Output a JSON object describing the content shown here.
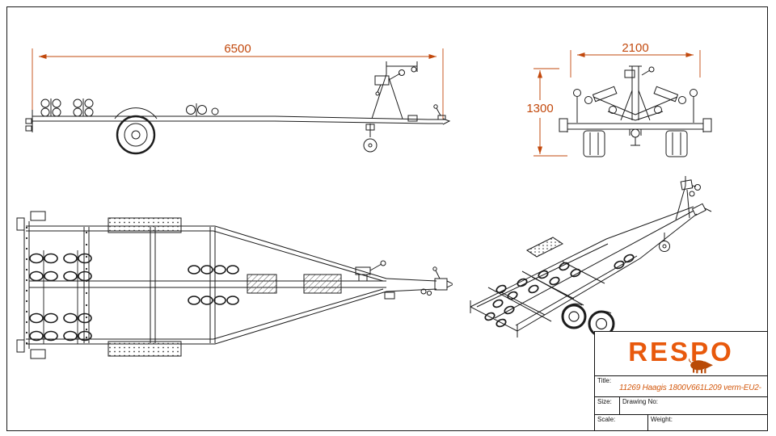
{
  "dimensions": {
    "overall_length_mm": "6500",
    "overall_width_mm": "2100",
    "overall_height_mm": "1300"
  },
  "title_block": {
    "logo_text": "RESPO",
    "title_label": "Title:",
    "title_value": "11269 Haagis 1800V661L209 verm-EU2-",
    "size_label": "Size:",
    "drawing_no_label": "Drawing No:",
    "scale_label": "Scale:",
    "weight_label": "Weight:"
  },
  "colors": {
    "dimension_accent": "#c2490d",
    "logo_orange": "#e8590c",
    "title_orange": "#d3590e",
    "line_ink": "#1c1c1c",
    "sheet_background": "#ffffff"
  },
  "icons": {
    "logo_animal": "boar-silhouette"
  }
}
